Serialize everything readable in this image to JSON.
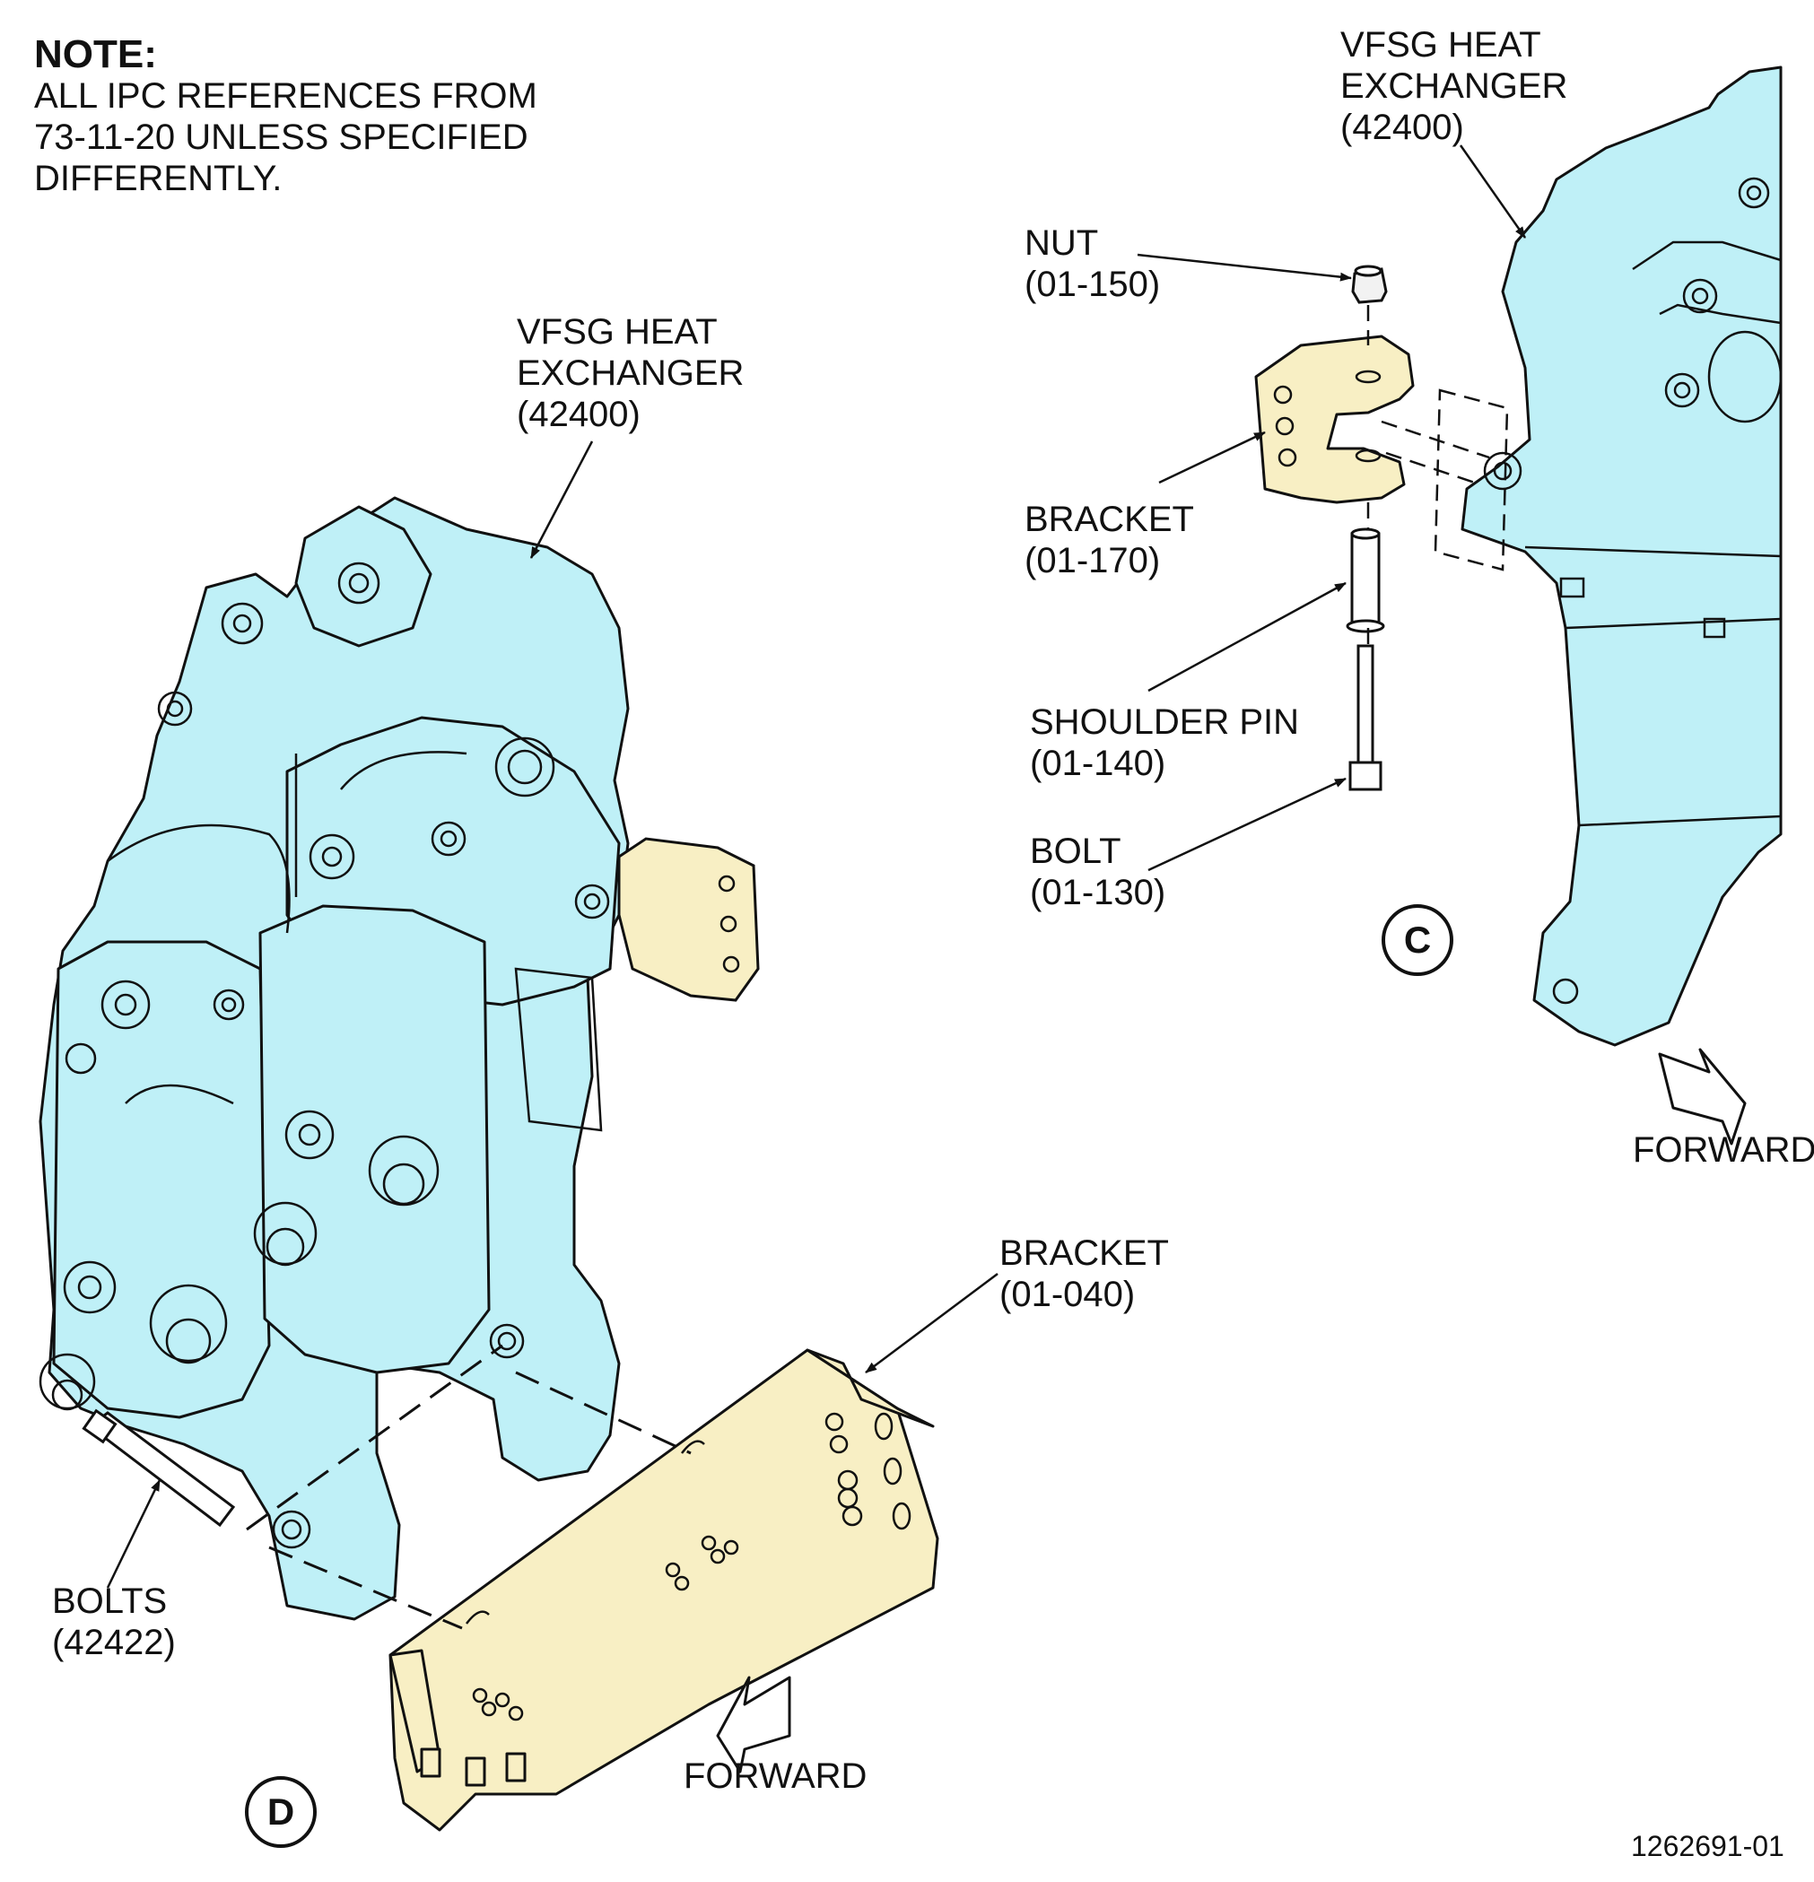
{
  "note": {
    "heading": "NOTE:",
    "lines": [
      "ALL IPC REFERENCES FROM",
      "73-11-20 UNLESS SPECIFIED",
      "DIFFERENTLY."
    ]
  },
  "view_c": {
    "letter": "C",
    "forward_label": "FORWARD",
    "callouts": {
      "heat_exchanger": [
        "VFSG HEAT",
        "EXCHANGER",
        "(42400)"
      ],
      "nut": [
        "NUT",
        "(01-150)"
      ],
      "bracket": [
        "BRACKET",
        "(01-170)"
      ],
      "shoulder_pin": [
        "SHOULDER PIN",
        "(01-140)"
      ],
      "bolt": [
        "BOLT",
        "(01-130)"
      ]
    }
  },
  "view_d": {
    "letter": "D",
    "forward_label": "FORWARD",
    "callouts": {
      "heat_exchanger": [
        "VFSG HEAT",
        "EXCHANGER",
        "(42400)"
      ],
      "bracket": [
        "BRACKET",
        "(01-040)"
      ],
      "bolts": [
        "BOLTS",
        "(42422)"
      ]
    }
  },
  "figure_id": "1262691-01",
  "colors": {
    "heat_exchanger_fill": "#bff0f7",
    "bracket_fill": "#f8efc4",
    "line": "#111111"
  }
}
